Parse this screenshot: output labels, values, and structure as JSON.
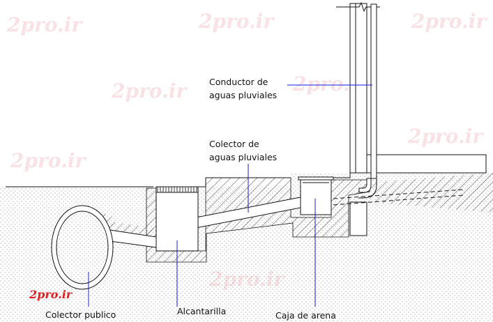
{
  "labels": {
    "conductor_line1": "Conductor de",
    "conductor_line2": "aguas pluviales",
    "colector_line1": "Colector de",
    "colector_line2": "aguas pluviales",
    "colector_publico": "Colector publico",
    "alcantarilla": "Alcantarilla",
    "caja_de_arena": "Caja de arena"
  },
  "watermark": {
    "text": "2pro.ir",
    "logo_text": "2pro.ir"
  },
  "colors": {
    "line": "#111111",
    "leader": "#1a1ad8",
    "dots": "#666666",
    "watermark": "#f6cfd4",
    "logo": "#e02020"
  }
}
